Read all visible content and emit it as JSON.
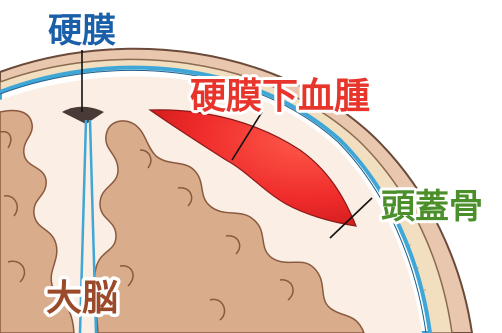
{
  "labels": {
    "dura": "硬膜",
    "subdural_hematoma": "硬膜下血腫",
    "skull": "頭蓋骨",
    "cerebrum": "大脳"
  },
  "colors": {
    "label_blue": "#1a5fa8",
    "label_red": "#e8352b",
    "label_green": "#4a8f2a",
    "label_brown": "#9a4a2a",
    "scalp": "#e8c7ae",
    "bone": "#f1dfbf",
    "dura": "#3fa7d8",
    "brain": "#d9ac8c",
    "hematoma": "#ee2a2a"
  }
}
